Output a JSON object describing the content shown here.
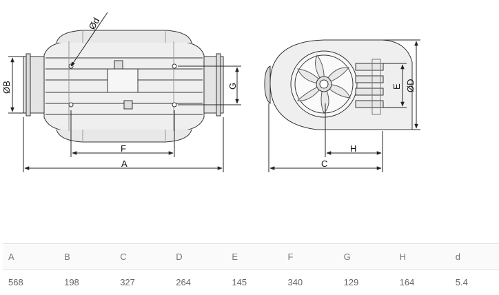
{
  "diagram": {
    "side_view_labels": {
      "d": "Ød",
      "B": "ØB",
      "G": "G",
      "F": "F",
      "A": "A"
    },
    "front_view_labels": {
      "E": "E",
      "D": "ØD",
      "H": "H",
      "C": "C"
    }
  },
  "table": {
    "headers": [
      "A",
      "B",
      "C",
      "D",
      "E",
      "F",
      "G",
      "H",
      "d"
    ],
    "values": [
      "568",
      "198",
      "327",
      "264",
      "145",
      "340",
      "129",
      "164",
      "5.4"
    ]
  }
}
